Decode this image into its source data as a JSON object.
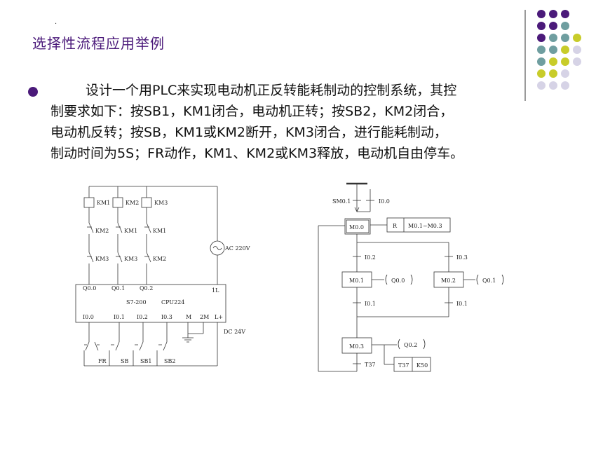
{
  "slide": {
    "mark": ".",
    "title": "选择性流程应用举例",
    "paragraph_lines": [
      "设计一个用PLC来实现电动机正反转能耗制动的控制系统，其控",
      "制要求如下：按SB1，KM1闭合，电动机正转；按SB2，KM2闭合，",
      "电动机反转；按SB，KM1或KM2断开，KM3闭合，进行能耗制动，",
      "制动时间为5S；FR动作，KM1、KM2或KM3释放，电动机自由停车。"
    ]
  },
  "colors": {
    "purple": "#4b1a7a",
    "teal": "#6f9ea0",
    "olive": "#c8cc2a",
    "lavender": "#d6d3e6"
  },
  "wiring": {
    "coils": [
      "KM1",
      "KM2",
      "KM3"
    ],
    "row1": [
      "KM2",
      "KM1",
      "KM1"
    ],
    "row2": [
      "KM3",
      "KM3",
      "KM2"
    ],
    "supply": "AC 220V",
    "outputs": [
      "Q0.0",
      "Q0.1",
      "Q0.2"
    ],
    "plc_model": "S7-200",
    "cpu": "CPU224",
    "out_common": "1L",
    "inputs": [
      "I0.0",
      "I0.1",
      "I0.2",
      "I0.3"
    ],
    "m": "M",
    "m2": "2M",
    "lplus": "L+",
    "dc": "DC 24V",
    "switches": [
      "FR",
      "SB",
      "SB1",
      "SB2"
    ]
  },
  "sfc": {
    "init_cond": "SM0.1",
    "init_cond2": "I0.0",
    "m00": "M0.0",
    "reset_r": "R",
    "reset_range": "M0.1~M0.3",
    "i02": "I0.2",
    "i03": "I0.3",
    "m01": "M0.1",
    "m02": "M0.2",
    "q00": "Q0.0",
    "q01": "Q0.1",
    "i01_left": "I0.1",
    "i01_right": "I0.1",
    "m03": "M0.3",
    "q02": "Q0.2",
    "t37_trans": "T37",
    "t37_box": "T37",
    "k50": "K50"
  }
}
